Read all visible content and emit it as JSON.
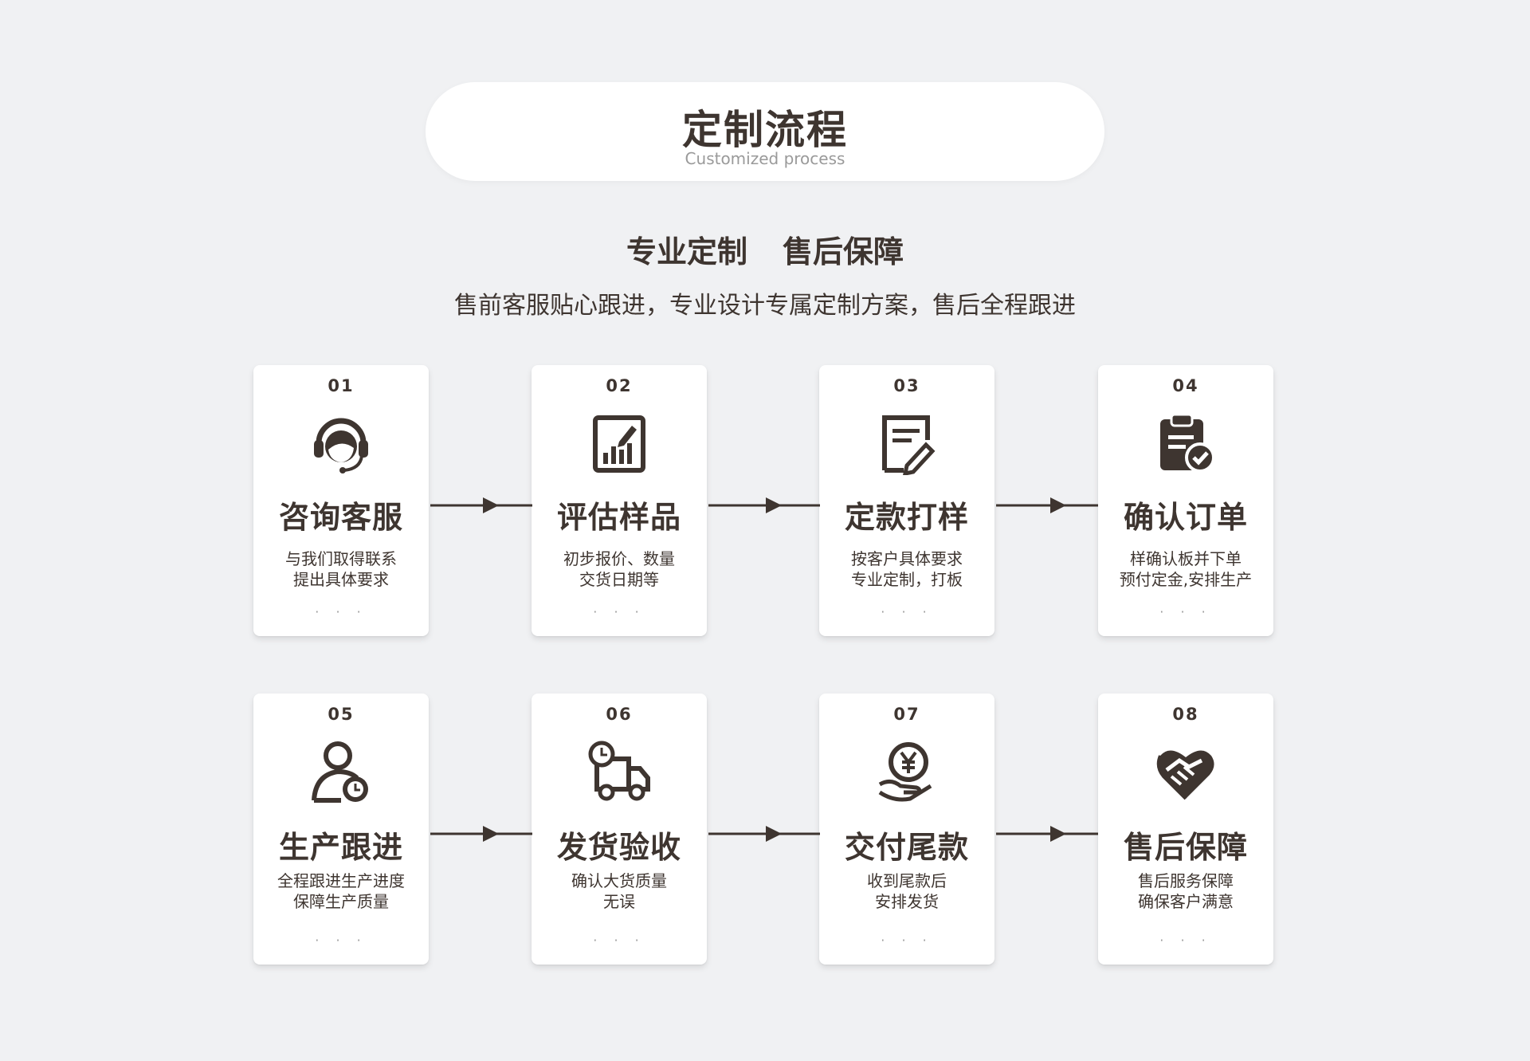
{
  "header": {
    "title": "定制流程",
    "subtitle": "Customized process"
  },
  "slogan": {
    "left": "专业定制",
    "right": "售后保障"
  },
  "description": "售前客服贴心跟进，专业设计专属定制方案，售后全程跟进",
  "colors": {
    "background": "#f0f1f3",
    "card": "#ffffff",
    "text": "#3e3530",
    "muted": "#9a9a9a",
    "arrow": "#3e3530"
  },
  "dots": "· · ·",
  "steps": [
    {
      "num": "01",
      "icon": "customer-service-headset-icon",
      "title": "咨询客服",
      "line1": "与我们取得联系",
      "line2": "提出具体要求"
    },
    {
      "num": "02",
      "icon": "chart-report-icon",
      "title": "评估样品",
      "line1": "初步报价、数量",
      "line2": "交货日期等"
    },
    {
      "num": "03",
      "icon": "document-edit-icon",
      "title": "定款打样",
      "line1": "按客户具体要求",
      "line2": "专业定制，打板"
    },
    {
      "num": "04",
      "icon": "clipboard-check-icon",
      "title": "确认订单",
      "line1": "样确认板并下单",
      "line2": "预付定金,安排生产"
    },
    {
      "num": "05",
      "icon": "user-clock-icon",
      "title": "生产跟进",
      "line1": "全程跟进生产进度",
      "line2": "保障生产质量"
    },
    {
      "num": "06",
      "icon": "delivery-truck-icon",
      "title": "发货验收",
      "line1": "确认大货质量",
      "line2": "无误"
    },
    {
      "num": "07",
      "icon": "yen-hand-icon",
      "title": "交付尾款",
      "line1": "收到尾款后",
      "line2": "安排发货"
    },
    {
      "num": "08",
      "icon": "handshake-heart-icon",
      "title": "售后保障",
      "line1": "售后服务保障",
      "line2": "确保客户满意"
    }
  ]
}
